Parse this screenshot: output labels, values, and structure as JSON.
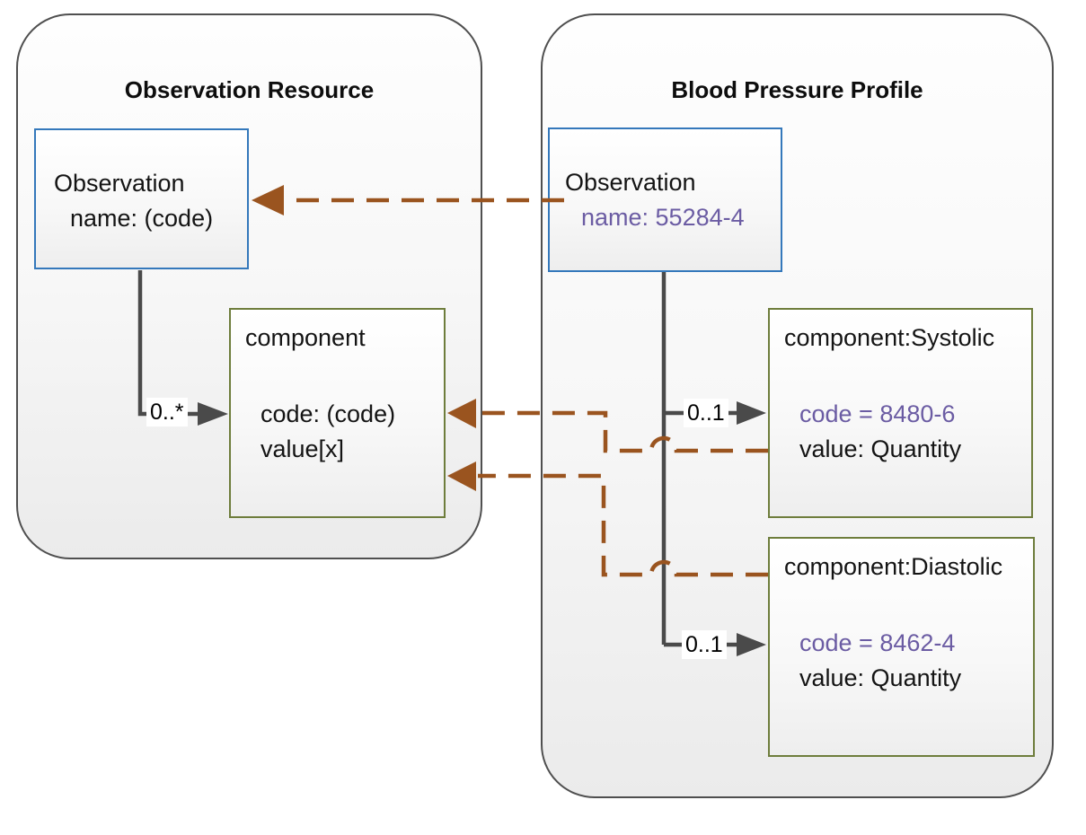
{
  "colors": {
    "accent-blue": "#3478bb",
    "accent-olive": "#6e7d3c",
    "accent-brown": "#9a541f",
    "accent-gray": "#4a4a4a",
    "accent-purple": "#6b5ca3"
  },
  "left_panel": {
    "title": "Observation Resource",
    "observation_box": {
      "name": "Observation",
      "attr": "name: (code)"
    },
    "component_box": {
      "title": "component",
      "code": "code: (code)",
      "value": "value[x]"
    },
    "multiplicity": "0..*"
  },
  "right_panel": {
    "title": "Blood Pressure Profile",
    "observation_box": {
      "name": "Observation",
      "attr": "name: 55284-4"
    },
    "systolic_box": {
      "title": "component:Systolic",
      "code": "code = 8480-6",
      "value": "value: Quantity"
    },
    "diastolic_box": {
      "title": "component:Diastolic",
      "code": "code = 8462-4",
      "value": "value: Quantity"
    },
    "systolic_multiplicity": "0..1",
    "diastolic_multiplicity": "0..1"
  }
}
